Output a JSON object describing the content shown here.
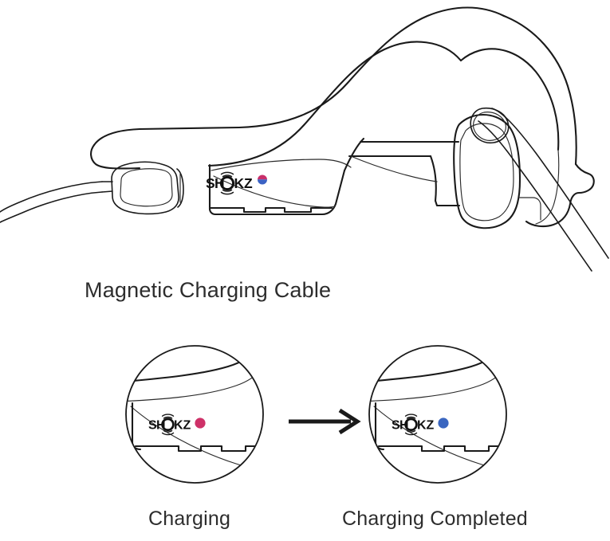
{
  "page": {
    "background_color": "#ffffff",
    "line_color": "#1a1a1a"
  },
  "captions": {
    "main": "Magnetic Charging Cable",
    "charging": "Charging",
    "charging_completed": "Charging Completed"
  },
  "product": {
    "brand_wordmark": "SHOKZ",
    "brand_mark_color": "#111111",
    "type": "bone-conduction-headset",
    "view": "side-profile",
    "accessory": "magnetic charging cable attached to left earpiece"
  },
  "indicators": {
    "headset_led": {
      "label": "status-led",
      "state": "dual",
      "top_color": "#c9306a",
      "bottom_color": "#3b62c4"
    },
    "charging_led": {
      "label": "charging-led",
      "state": "charging",
      "color": "#ce3168"
    },
    "completed_led": {
      "label": "charging-completed-led",
      "state": "completed",
      "color": "#3a66c0"
    }
  },
  "flow": {
    "arrow": "right-arrow",
    "from": "Charging",
    "to": "Charging Completed",
    "arrow_color": "#1a1a1a"
  }
}
